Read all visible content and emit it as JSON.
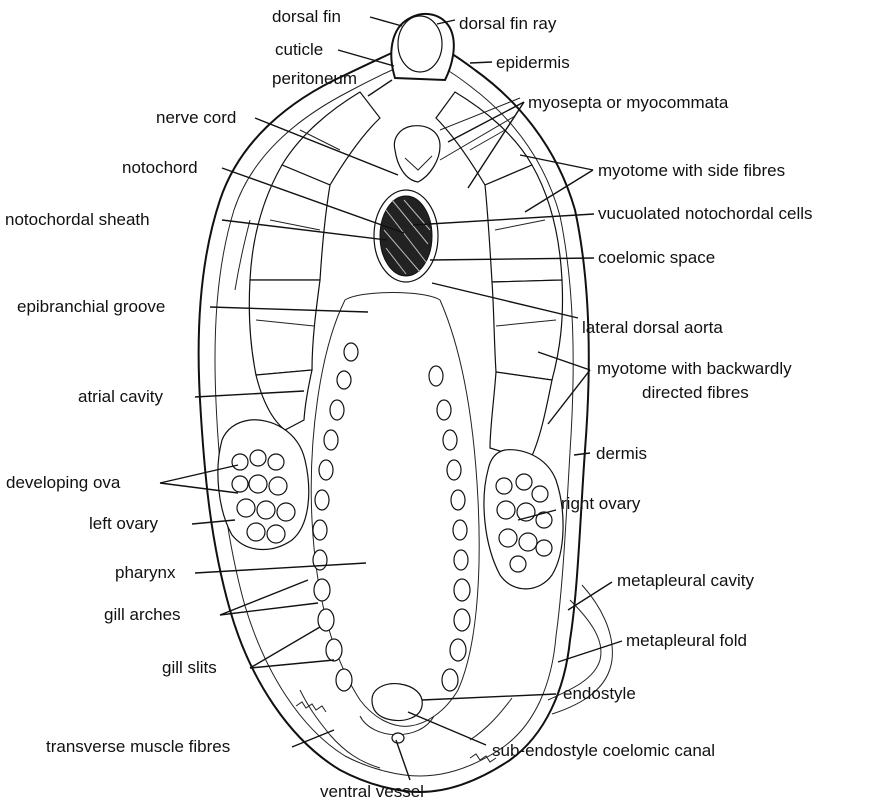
{
  "labels": {
    "dorsal_fin": "dorsal fin",
    "dorsal_fin_ray": "dorsal fin ray",
    "cuticle": "cuticle",
    "epidermis": "epidermis",
    "peritoneum": "peritoneum",
    "myosepta": "myosepta or myocommata",
    "nerve_cord": "nerve cord",
    "notochord": "notochord",
    "myotome_side": "myotome with side fibres",
    "notochordal_sheath": "notochordal sheath",
    "vacuolated_cells": "vucuolated notochordal cells",
    "coelomic_space": "coelomic space",
    "epibranchial_groove": "epibranchial groove",
    "lateral_dorsal_aorta": "lateral dorsal aorta",
    "myotome_backward_1": "myotome with backwardly",
    "myotome_backward_2": "directed fibres",
    "atrial_cavity": "atrial cavity",
    "dermis": "dermis",
    "developing_ova": "developing ova",
    "right_ovary": "right ovary",
    "left_ovary": "left ovary",
    "pharynx": "pharynx",
    "metapleural_cavity": "metapleural cavity",
    "gill_arches": "gill arches",
    "metapleural_fold": "metapleural fold",
    "gill_slits": "gill slits",
    "endostyle": "endostyle",
    "transverse_muscle_fibres": "transverse muscle fibres",
    "sub_endostyle_canal": "sub-endostyle coelomic canal",
    "ventral_vessel": "ventral vessel"
  }
}
